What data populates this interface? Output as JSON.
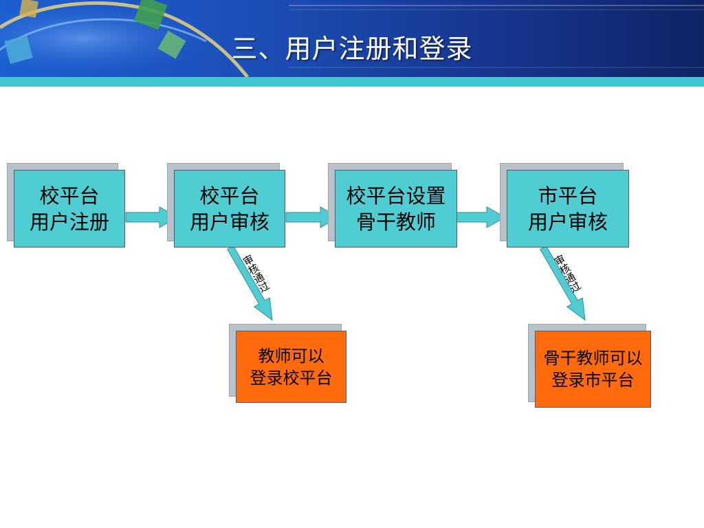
{
  "header": {
    "title": "三、用户注册和登录"
  },
  "steps": [
    {
      "lines": [
        "校平台",
        "用户注册"
      ]
    },
    {
      "lines": [
        "校平台",
        "用户审核"
      ]
    },
    {
      "lines": [
        "校平台设置",
        "骨干教师"
      ]
    },
    {
      "lines": [
        "市平台",
        "用户审核"
      ]
    }
  ],
  "results": [
    {
      "lines": [
        "教师可以",
        "登录校平台"
      ]
    },
    {
      "lines": [
        "骨干教师可以",
        "登录市平台"
      ]
    }
  ],
  "approval_labels": [
    "审核通过",
    "审核通过"
  ],
  "colors": {
    "step_fill": "#4fcdd2",
    "result_fill": "#ff6a0d",
    "arrow_fill": "#4fcdd2",
    "banner_band": "#3fc6cf"
  }
}
